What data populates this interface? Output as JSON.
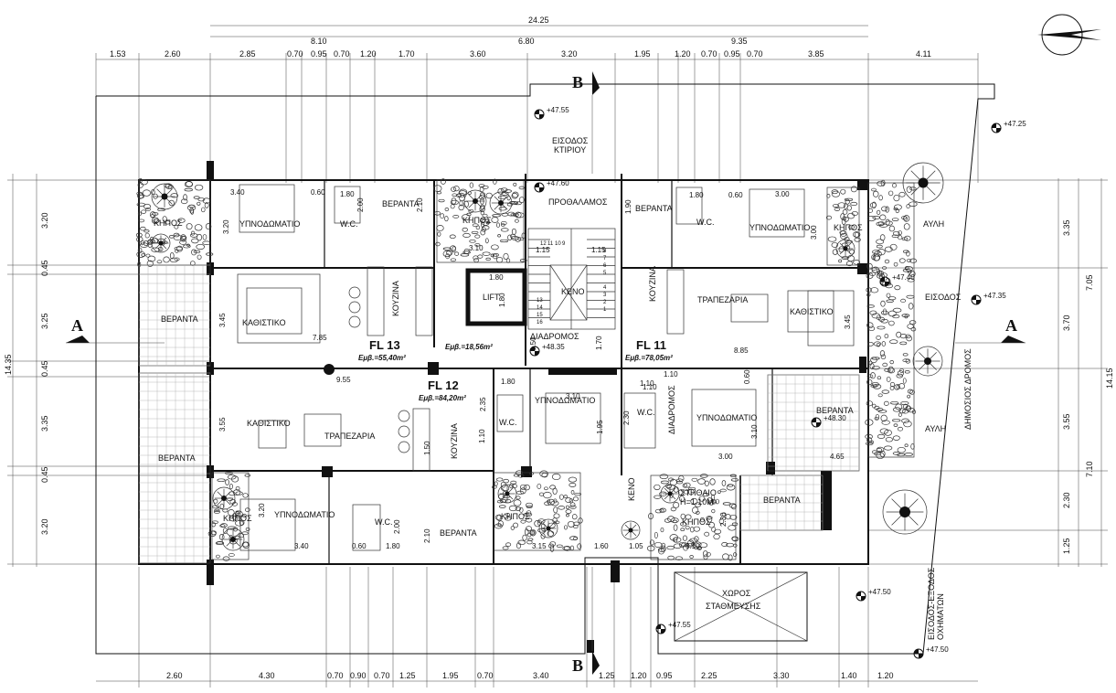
{
  "top_dims": {
    "total": "24.25",
    "mid": [
      "8.10",
      "6.80",
      "9.35"
    ],
    "row": [
      "1.53",
      "2.60",
      "2.85",
      "0.70",
      "0.95",
      "0.70",
      "1.20",
      "1.70",
      "3.60",
      "3.20",
      "1.95",
      "1.20",
      "0.70",
      "0.95",
      "0.70",
      "3.85",
      "4.11"
    ]
  },
  "bottom_dims": [
    "2.60",
    "4.30",
    "0.70",
    "0.90",
    "0.70",
    "1.25",
    "1.95",
    "0.70",
    "3.40",
    "1.25",
    "1.20",
    "0.95",
    "2.25",
    "3.30",
    "1.40",
    "1.20"
  ],
  "left_dims": {
    "total": "14.35",
    "parts": [
      "3.20",
      "0.45",
      "3.25",
      "0.45",
      "3.35",
      "0.45",
      "3.20"
    ]
  },
  "right_dims": {
    "total": "14.15",
    "outer": [
      "7.05",
      "7.10"
    ],
    "parts": [
      "3.35",
      "3.70",
      "3.55",
      "2.30",
      "1.25"
    ]
  },
  "levels": [
    "+47.55",
    "+47.25",
    "+47.60",
    "+47.40",
    "+47.35",
    "+48.35",
    "+48.30",
    "+47.50",
    "+47.55",
    "+47.50"
  ],
  "flats": [
    {
      "name": "FL 13",
      "area": "Εμβ.=55,40m²"
    },
    {
      "name": "FL 12",
      "area": "Εμβ.=84,20m²"
    },
    {
      "name": "FL 11",
      "area": "Εμβ.=78,05m²"
    }
  ],
  "lift_area": "Εμβ.=18,56m²",
  "sections": {
    "a": "A",
    "b": "B"
  },
  "rooms": {
    "garden": "ΚΗΠΟΣ",
    "bedroom": "ΥΠΝΟΔΩΜΑΤΙΟ",
    "wc": "W.C.",
    "veranda": "ΒΕΡΑΝΤΑ",
    "living": "ΚΑΘΙΣΤΙΚΟ",
    "kitchen": "ΚΟΥΖΙΝΑ",
    "dining": "ΤΡΑΠΕΖΑΡΙΑ",
    "lift": "LIFT",
    "void": "ΚΕΝΟ",
    "corridor": "ΔΙΑΔΡΟΜΟΣ",
    "lobby": "ΠΡΟΘΑΛΑΜΟΣ",
    "entrance_1": "ΕΙΣΟΔΟΣ",
    "entrance_2": "ΚΤΙΡΙΟΥ",
    "entrance": "ΕΙΣΟΔΟΣ",
    "yard": "ΑΥΛΗ",
    "road": "ΔΗΜΟΣΙΟΣ ΔΡΟΜΟΣ",
    "parking_1": "ΧΩΡΟΣ",
    "parking_2": "ΣΤΑΘΜΕΥΣΗΣ",
    "car_entry_1": "ΕΙΣΟΔΟΣ-ΕΞΟΔΟΣ",
    "car_entry_2": "ΟΧΗΜΑΤΩΝ",
    "parapet_1": "ΣΤΗΘΑΙΟ",
    "parapet_2": "Η=1.10Μ"
  },
  "inner_dims": {
    "d340a": "3.40",
    "d060a": "0.60",
    "d180a": "1.80",
    "d320a": "3.20",
    "d200a": "2.00",
    "d210a": "2.10",
    "d310a": "3.10",
    "d115a": "1.15",
    "d115b": "1.15",
    "d180b": "1.80",
    "d180c": "1.80",
    "d345a": "3.45",
    "d785": "7.85",
    "d955": "9.55",
    "d150": "1.50",
    "d170": "1.70",
    "d885": "8.85",
    "d180d": "1.80",
    "d300a": "3.00",
    "d060b": "0.60",
    "d190": "1.90",
    "d300b": "3.00",
    "d345b": "3.45",
    "d110a": "1.10",
    "d060c": "0.60",
    "d310b": "3.10",
    "d195": "1.95",
    "d230": "2.30",
    "d110b": "1.10",
    "d300c": "3.00",
    "d310c": "3.10",
    "d465": "4.65",
    "d180e": "1.80",
    "d235": "2.35",
    "d110c": "1.10",
    "d355": "3.55",
    "d320b": "3.20",
    "d340b": "3.40",
    "d060d": "0.60",
    "d180f": "1.80",
    "d200b": "2.00",
    "d210b": "2.10",
    "d315": "3.15",
    "d160": "1.60",
    "d105": "1.05",
    "d310d": "3.10",
    "d230b": "2.30",
    "d150b": "1.50",
    "d110d": "1.10"
  },
  "stair_numbers": [
    "12",
    "11",
    "10",
    "9",
    "13",
    "8",
    "14",
    "7",
    "15",
    "6",
    "16",
    "5",
    "4",
    "3",
    "2",
    "1"
  ],
  "colors": {
    "ink": "#111111",
    "paper": "#ffffff"
  }
}
